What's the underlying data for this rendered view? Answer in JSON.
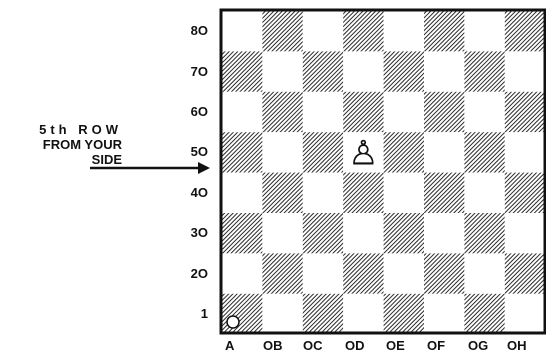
{
  "callout": {
    "line1": "5th ROW",
    "line2": "FROM YOUR",
    "line3": "SIDE"
  },
  "ranks": [
    "8O",
    "7O",
    "6O",
    "5O",
    "4O",
    "3O",
    "2O",
    "1"
  ],
  "files": [
    "A",
    "OB",
    "OC",
    "OD",
    "OE",
    "OF",
    "OG",
    "OH"
  ],
  "pieces": [
    {
      "piece": "pawn",
      "color": "white",
      "square": "d5",
      "glyph": "♙"
    }
  ],
  "marker": {
    "square": "a1",
    "shape": "circle"
  },
  "colors": {
    "light_square": "#ffffff",
    "dark_square_hatch": "#2a2a2a",
    "border": "#111111"
  }
}
